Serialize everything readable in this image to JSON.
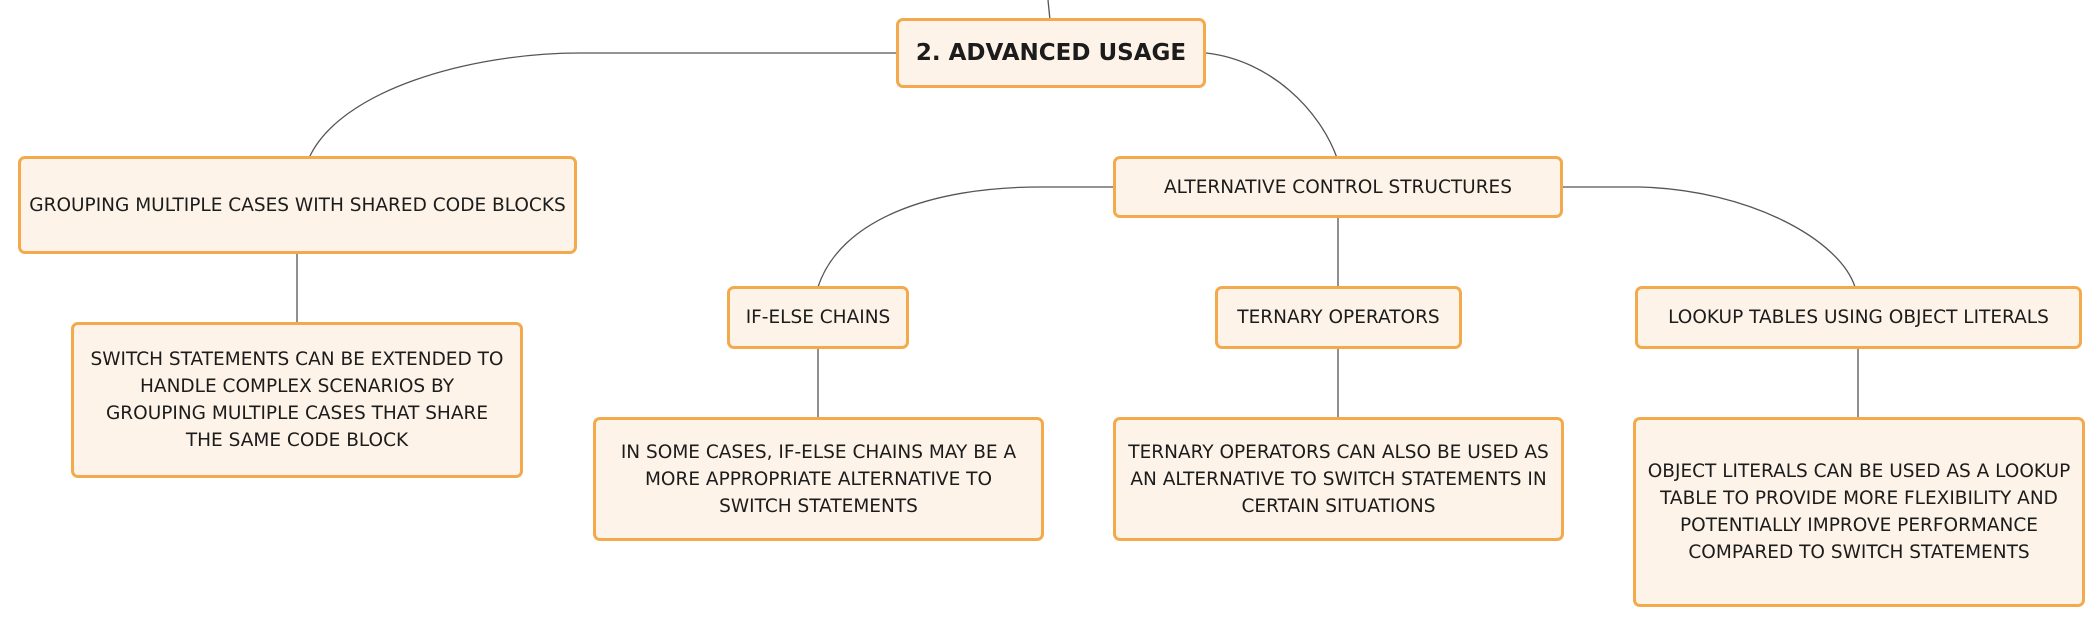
{
  "root": {
    "label": "2. ADVANCED USAGE"
  },
  "grouping": {
    "label": "GROUPING MULTIPLE CASES WITH SHARED CODE BLOCKS",
    "detail": "SWITCH STATEMENTS CAN BE EXTENDED TO HANDLE COMPLEX SCENARIOS BY GROUPING MULTIPLE CASES THAT SHARE THE SAME CODE BLOCK"
  },
  "alternatives": {
    "label": "ALTERNATIVE CONTROL STRUCTURES",
    "if_else": {
      "label": "IF-ELSE CHAINS",
      "detail": "IN SOME CASES, IF-ELSE CHAINS MAY BE A MORE APPROPRIATE ALTERNATIVE TO SWITCH STATEMENTS"
    },
    "ternary": {
      "label": "TERNARY OPERATORS",
      "detail": "TERNARY OPERATORS CAN ALSO BE USED AS AN ALTERNATIVE TO SWITCH STATEMENTS IN CERTAIN SITUATIONS"
    },
    "lookup": {
      "label": "LOOKUP TABLES USING OBJECT LITERALS",
      "detail": "OBJECT LITERALS CAN BE USED AS A LOOKUP TABLE TO PROVIDE MORE FLEXIBILITY AND POTENTIALLY IMPROVE PERFORMANCE COMPARED TO SWITCH STATEMENTS"
    }
  },
  "colors": {
    "node_fill": "#fdf3e8",
    "node_border": "#f2aa4c",
    "connector": "#555555",
    "text": "#1c1c1c"
  }
}
